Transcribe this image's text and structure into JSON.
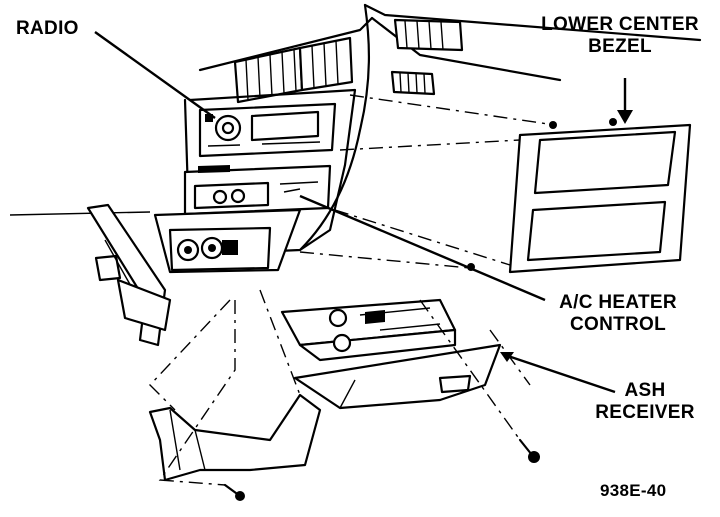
{
  "labels": {
    "radio": "RADIO",
    "bezel_line1": "LOWER CENTER",
    "bezel_line2": "BEZEL",
    "ac_line1": "A/C HEATER",
    "ac_line2": "CONTROL",
    "ash_line1": "ASH",
    "ash_line2": "RECEIVER",
    "figure_id": "938E-40"
  }
}
